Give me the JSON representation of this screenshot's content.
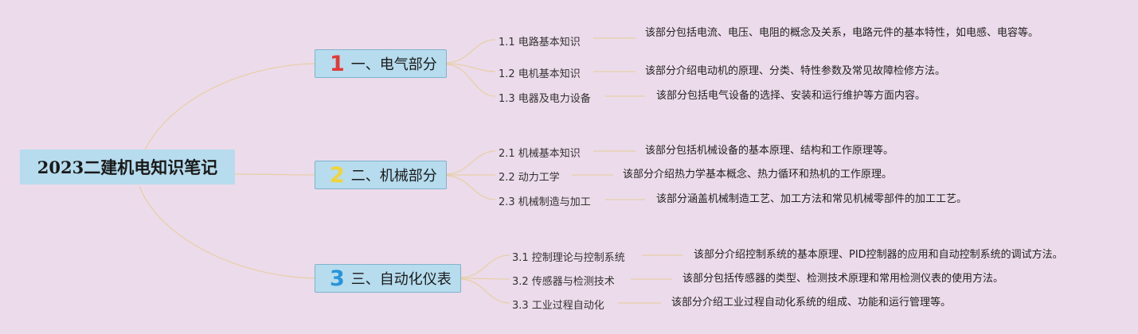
{
  "root": {
    "title": "2023二建机电知识笔记"
  },
  "colors": {
    "background": "#ecdbea",
    "node": "#b6dcee",
    "connector": "#e6cfa6",
    "num1": "#e53935",
    "num2": "#f2d338",
    "num3": "#2a95d8"
  },
  "branches": [
    {
      "number": "1",
      "title": "一、电气部分",
      "children": [
        {
          "title": "1.1 电路基本知识",
          "desc": "该部分包括电流、电压、电阻的概念及关系，电路元件的基本特性，如电感、电容等。"
        },
        {
          "title": "1.2 电机基本知识",
          "desc": "该部分介绍电动机的原理、分类、特性参数及常见故障检修方法。"
        },
        {
          "title": "1.3 电器及电力设备",
          "desc": "该部分包括电气设备的选择、安装和运行维护等方面内容。"
        }
      ]
    },
    {
      "number": "2",
      "title": "二、机械部分",
      "children": [
        {
          "title": "2.1 机械基本知识",
          "desc": "该部分包括机械设备的基本原理、结构和工作原理等。"
        },
        {
          "title": "2.2 动力工学",
          "desc": "该部分介绍热力学基本概念、热力循环和热机的工作原理。"
        },
        {
          "title": "2.3 机械制造与加工",
          "desc": "该部分涵盖机械制造工艺、加工方法和常见机械零部件的加工工艺。"
        }
      ]
    },
    {
      "number": "3",
      "title": "三、自动化仪表",
      "children": [
        {
          "title": "3.1 控制理论与控制系统",
          "desc": "该部分介绍控制系统的基本原理、PID控制器的应用和自动控制系统的调试方法。"
        },
        {
          "title": "3.2 传感器与检测技术",
          "desc": "该部分包括传感器的类型、检测技术原理和常用检测仪表的使用方法。"
        },
        {
          "title": "3.3 工业过程自动化",
          "desc": "该部分介绍工业过程自动化系统的组成、功能和运行管理等。"
        }
      ]
    }
  ]
}
